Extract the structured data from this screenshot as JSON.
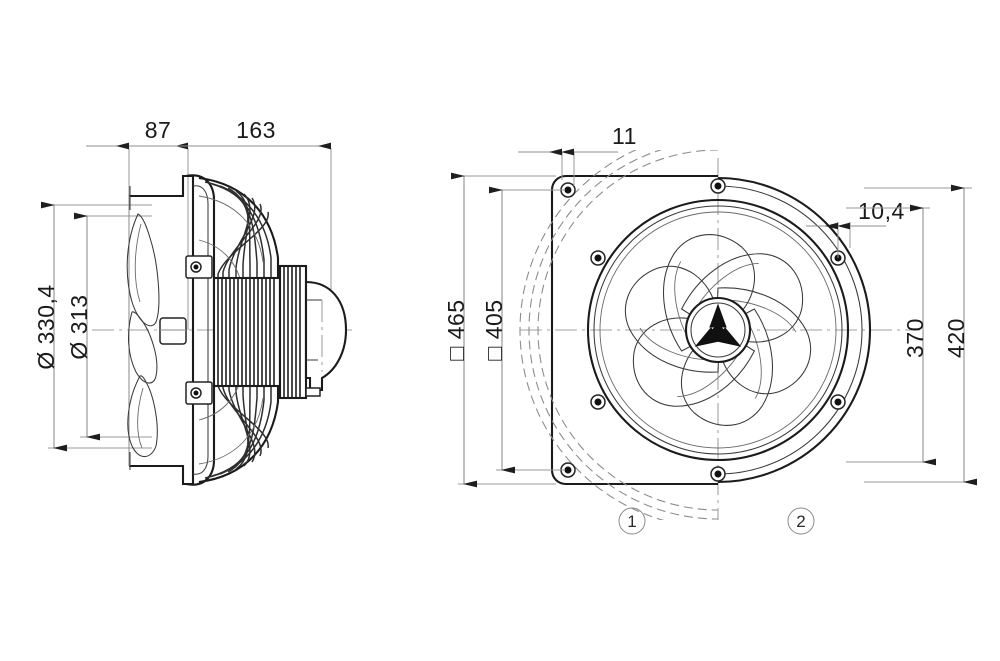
{
  "drawing": {
    "title": "Axial fan dimensional drawing",
    "background_color": "#ffffff",
    "line_color": "#1b1b1b",
    "dimension_line_color": "#8f8f8f",
    "views": [
      {
        "id": "side-view",
        "name": "Side section view",
        "position": "left"
      },
      {
        "id": "front-view",
        "name": "Front view, split: square plate / round flange",
        "position": "right"
      }
    ]
  },
  "side_view": {
    "name": "side-view",
    "dimensions": {
      "depth_front": "87",
      "depth_rear": "163",
      "diameter_outer": "Ø 330,4",
      "diameter_inner": "Ø 313"
    }
  },
  "front_view": {
    "name": "front-view",
    "dimensions": {
      "hole_offset": "11",
      "plate_square_outer": "□ 465",
      "plate_square_hole_pitch": "□ 405",
      "flange_hole_edge": "10,4",
      "flange_bolt_circle": "370",
      "flange_outer_diameter": "420"
    },
    "variant_balloons": [
      {
        "label": "1",
        "name": "variant-balloon-1",
        "description": "square mounting plate version"
      },
      {
        "label": "2",
        "name": "variant-balloon-2",
        "description": "round flange version"
      }
    ]
  },
  "annotations": {
    "diameter_symbol": "Ø",
    "square_symbol": "□",
    "decimal_separator": ","
  }
}
